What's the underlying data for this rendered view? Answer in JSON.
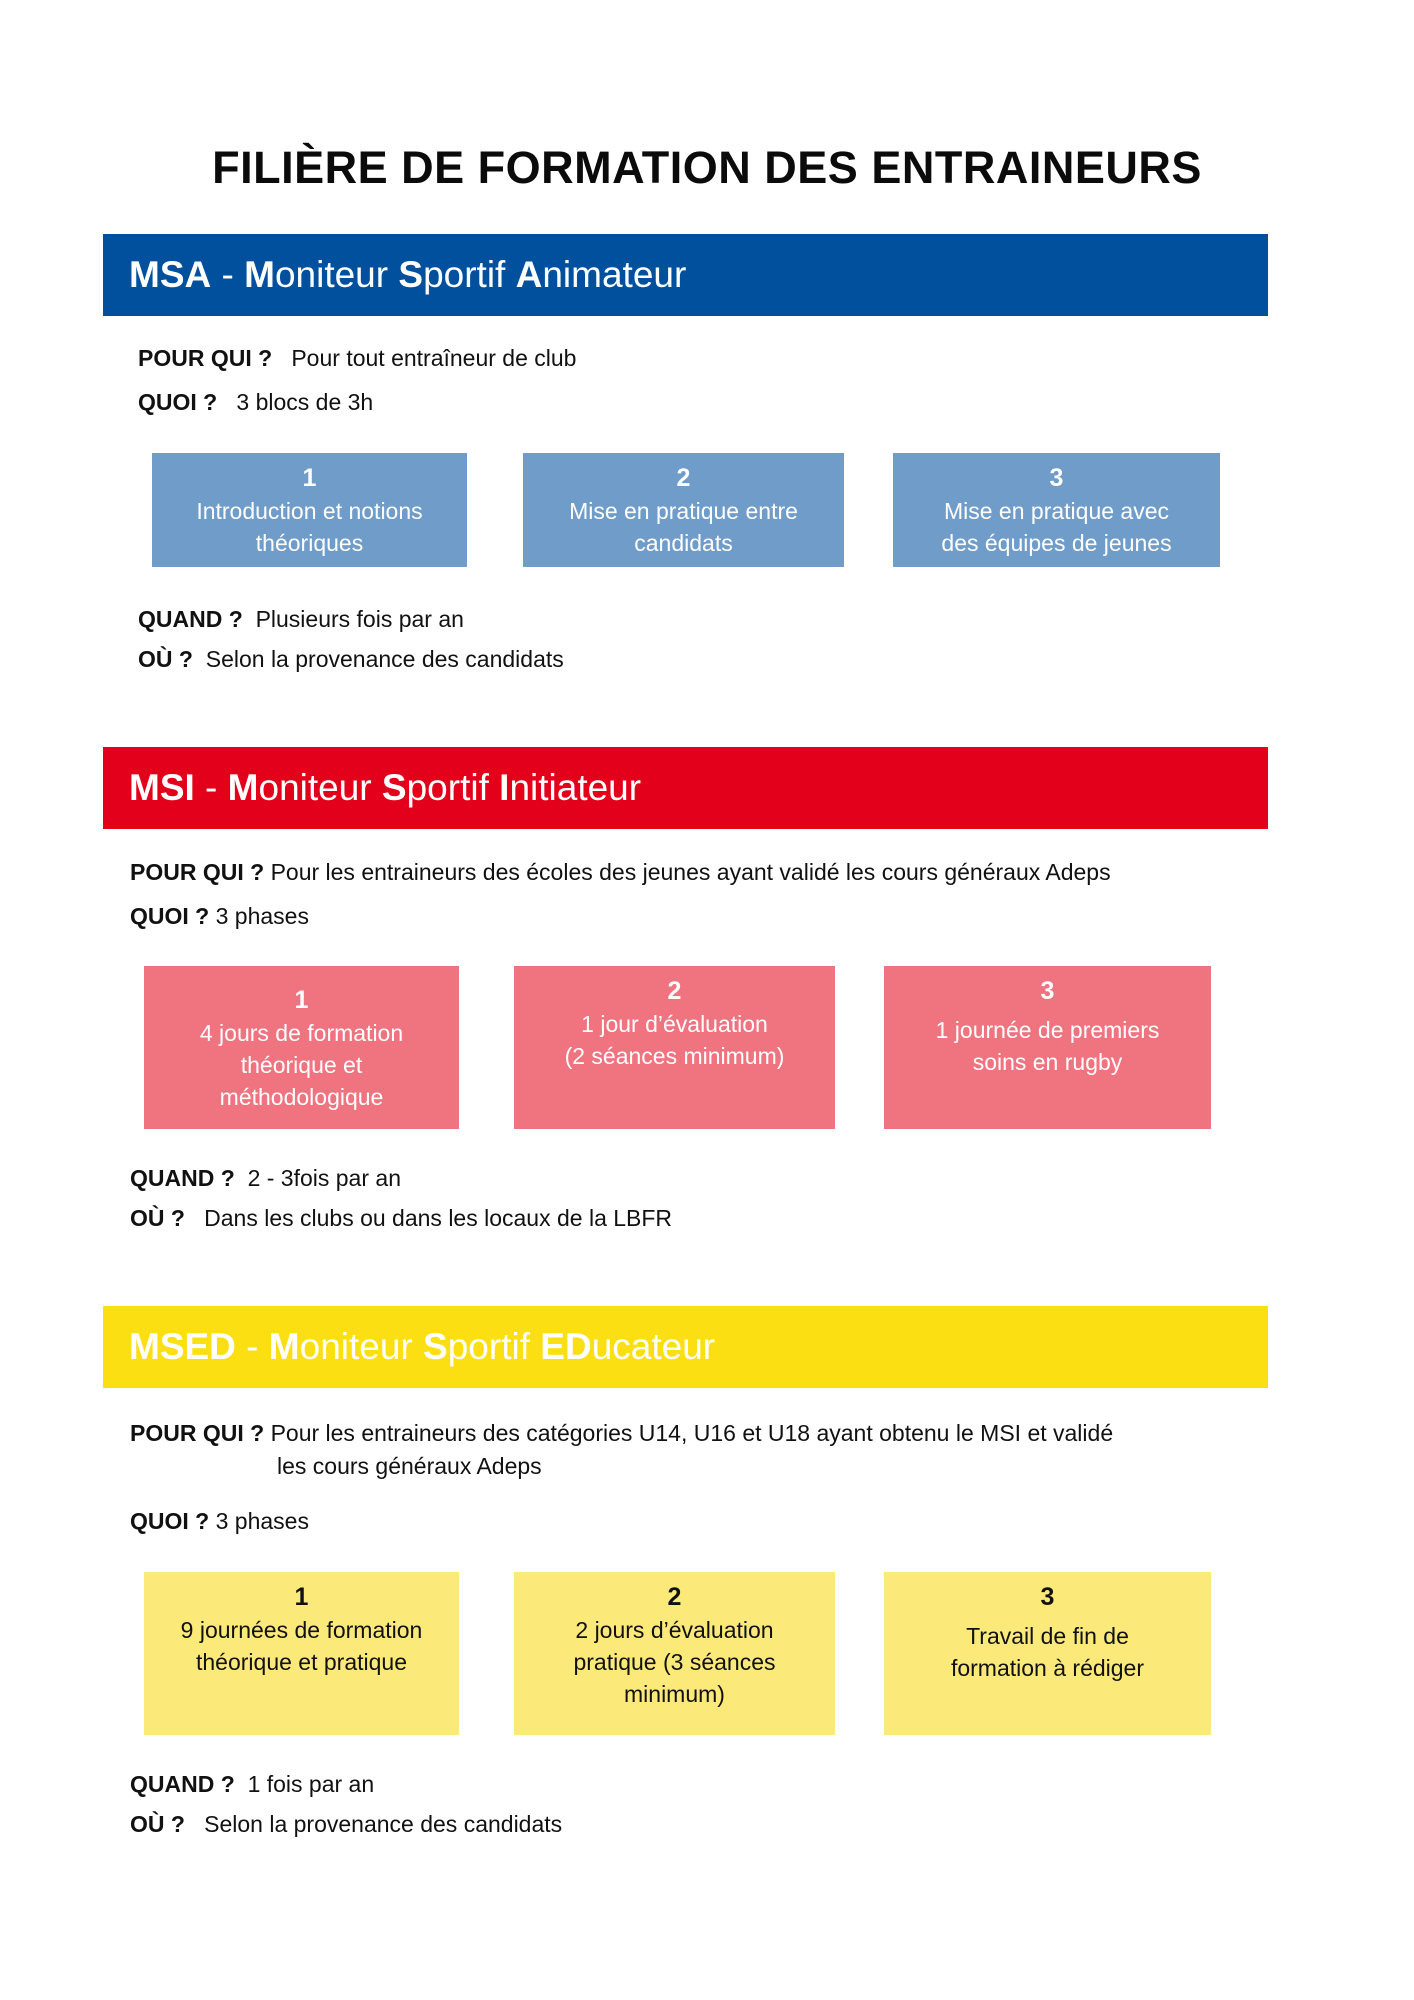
{
  "title": "FILIÈRE DE FORMATION DES ENTRAINEURS",
  "sections": [
    {
      "banner": {
        "parts": [
          {
            "text": "MSA",
            "bold": true
          },
          {
            "text": " - ",
            "bold": false
          },
          {
            "text": "M",
            "bold": true
          },
          {
            "text": "oniteur ",
            "bold": false
          },
          {
            "text": "S",
            "bold": true
          },
          {
            "text": "portif ",
            "bold": false
          },
          {
            "text": "A",
            "bold": true
          },
          {
            "text": "nimateur",
            "bold": false
          }
        ]
      },
      "pour_qui": {
        "label": "POUR QUI ?",
        "value": "Pour tout entraîneur de club"
      },
      "quoi": {
        "label": "QUOI ?",
        "value": "3 blocs de 3h"
      },
      "boxes": [
        {
          "num": "1",
          "text": "Introduction et notions\nthéoriques"
        },
        {
          "num": "2",
          "text": "Mise en pratique entre\ncandidats"
        },
        {
          "num": "3",
          "text": "Mise en pratique avec\ndes équipes de jeunes"
        }
      ],
      "quand": {
        "label": "QUAND ?",
        "value": "Plusieurs fois par an"
      },
      "ou": {
        "label": "OÙ ?",
        "value": "Selon la provenance des candidats"
      }
    },
    {
      "banner": {
        "parts": [
          {
            "text": "MSI",
            "bold": true
          },
          {
            "text": " - ",
            "bold": false
          },
          {
            "text": "M",
            "bold": true
          },
          {
            "text": "oniteur ",
            "bold": false
          },
          {
            "text": "S",
            "bold": true
          },
          {
            "text": "portif ",
            "bold": false
          },
          {
            "text": "I",
            "bold": true
          },
          {
            "text": "nitiateur",
            "bold": false
          }
        ]
      },
      "pour_qui": {
        "label": "POUR QUI ?",
        "value": "Pour les entraineurs des écoles des jeunes ayant validé les cours généraux Adeps"
      },
      "quoi": {
        "label": "QUOI ?",
        "value": "3 phases"
      },
      "boxes": [
        {
          "num": "1",
          "text": "4 jours de formation\nthéorique et\nméthodologique"
        },
        {
          "num": "2",
          "text": "1 jour d’évaluation\n(2 séances minimum)"
        },
        {
          "num": "3",
          "text": "1 journée de premiers\nsoins en rugby"
        }
      ],
      "quand": {
        "label": "QUAND ?",
        "value": "2 - 3fois par an"
      },
      "ou": {
        "label": "OÙ ?",
        "value": "Dans les clubs ou dans les locaux de la LBFR"
      }
    },
    {
      "banner": {
        "parts": [
          {
            "text": "MSED",
            "bold": true
          },
          {
            "text": " - ",
            "bold": false
          },
          {
            "text": "M",
            "bold": true
          },
          {
            "text": "oniteur ",
            "bold": false
          },
          {
            "text": "S",
            "bold": true
          },
          {
            "text": "portif ",
            "bold": false
          },
          {
            "text": "ED",
            "bold": true
          },
          {
            "text": "ucateur",
            "bold": false
          }
        ]
      },
      "pour_qui": {
        "label": "POUR QUI ?",
        "value": "Pour les entraineurs des catégories U14, U16 et U18 ayant obtenu le MSI et validé",
        "value_line2": "les cours généraux Adeps"
      },
      "quoi": {
        "label": "QUOI ?",
        "value": "3 phases"
      },
      "boxes": [
        {
          "num": "1",
          "text": "9 journées de formation\nthéorique et pratique"
        },
        {
          "num": "2",
          "text": "2 jours d’évaluation\npratique (3 séances\nminimum)"
        },
        {
          "num": "3",
          "text": "Travail de fin de\nformation à rédiger"
        }
      ],
      "quand": {
        "label": "QUAND ?",
        "value": "1 fois par an"
      },
      "ou": {
        "label": "OÙ ?",
        "value": "Selon la provenance des candidats"
      }
    }
  ],
  "colors": {
    "msa_banner": "#00509e",
    "msa_box": "#6f9cc9",
    "msi_banner": "#e2001a",
    "msi_box": "#f07380",
    "msed_banner": "#fcdf13",
    "msed_box": "#fbe97a"
  }
}
